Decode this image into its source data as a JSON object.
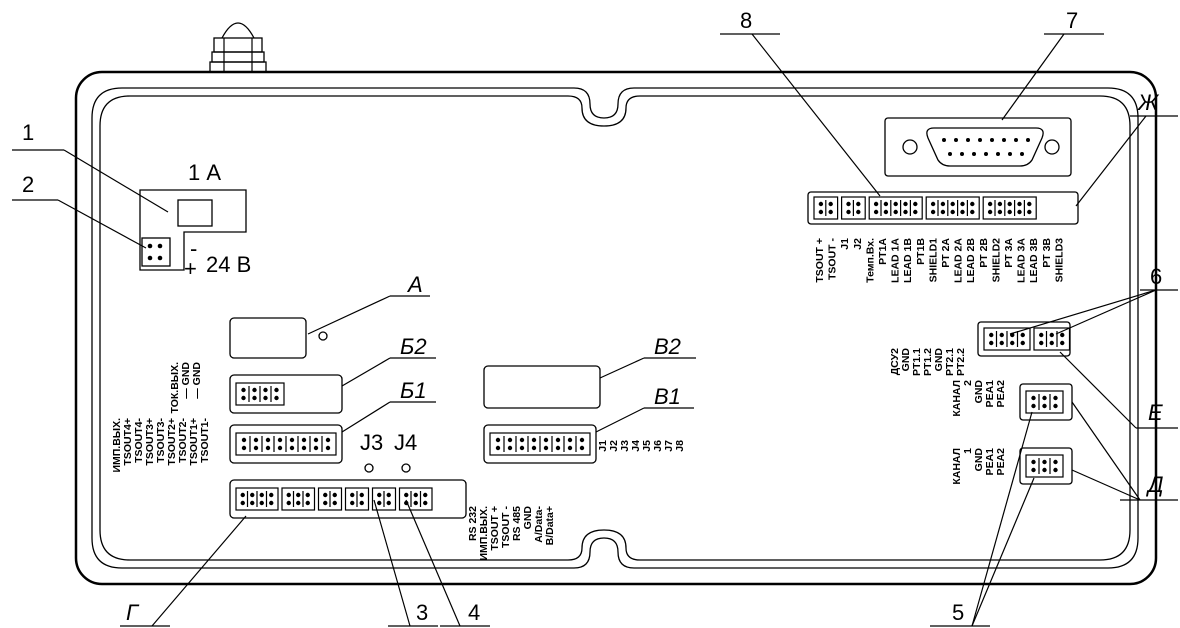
{
  "callouts": {
    "c1": "1",
    "c2": "2",
    "c3": "3",
    "c4": "4",
    "c5": "5",
    "c6": "6",
    "c7": "7",
    "c8": "8",
    "cA": "А",
    "cB2": "Б2",
    "cB1": "Б1",
    "cV2": "В2",
    "cV1": "В1",
    "cG": "Г",
    "cD": "Д",
    "cE": "Е",
    "cZh": "Ж"
  },
  "fuse": {
    "rating": "1 А"
  },
  "power": {
    "minus": "-",
    "plus": "+",
    "voltage": "24 В"
  },
  "jumpers": {
    "j3": "J3",
    "j4": "J4"
  },
  "labels": {
    "tok": [
      "ТОК.ВЫХ.",
      "—  GND",
      "—  GND"
    ],
    "imp": [
      "ИМП.ВЫХ.",
      "TSOUT4+",
      "TSOUT4-",
      "TSOUT3+",
      "TSOUT3-",
      "TSOUT2+",
      "TSOUT2-",
      "TSOUT1+",
      "TSOUT1-"
    ],
    "v1": [
      "J1",
      "J2",
      "J3",
      "J4",
      "J5",
      "J6",
      "J7",
      "J8"
    ],
    "g": [
      "RS 232",
      "ИМП.ВЫХ.",
      "TSOUT +",
      "TSOUT -",
      "RS 485",
      "GND",
      "A/Data-",
      "B/Data+"
    ],
    "top": [
      "TSOUT +",
      "TSOUT -",
      "J1",
      "J2",
      "Темп.Вх.",
      "PT1A",
      "LEAD 1A",
      "LEAD 1B",
      "PT1B",
      "SHIELD1",
      "PT 2A",
      "LEAD 2A",
      "LEAD 2B",
      "PT 2B",
      "SHIELD2",
      "PT 3A",
      "LEAD 3A",
      "LEAD 3B",
      "PT 3B",
      "SHIELD3"
    ],
    "dsu": [
      "ДСУ2",
      "GND",
      "PT1.1",
      "PT1.2",
      "GND",
      "PT2.1",
      "PT2.2"
    ],
    "ch2": [
      "КАНАЛ",
      "2",
      "GND",
      "PEA1",
      "PEA2"
    ],
    "ch1": [
      "КАНАЛ",
      "1",
      "GND",
      "PEA1",
      "PEA2"
    ]
  }
}
